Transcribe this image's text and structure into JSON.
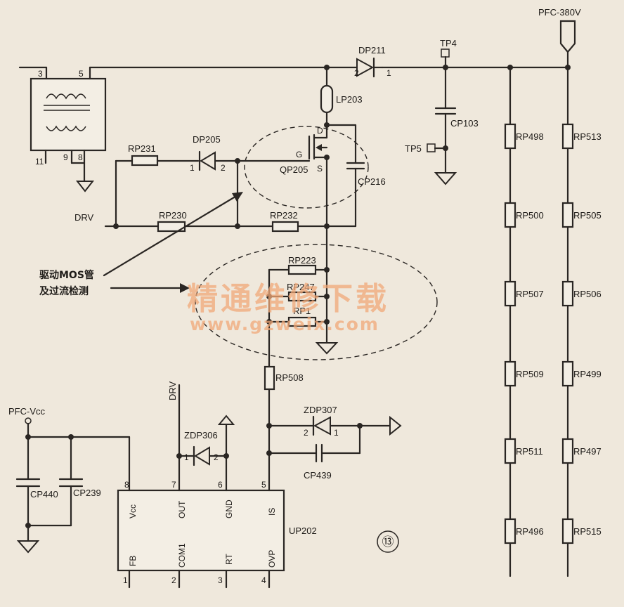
{
  "labels": {
    "pfc_380v": "PFC-380V",
    "tp4": "TP4",
    "tp5": "TP5",
    "dp211": "DP211",
    "lp203": "LP203",
    "cp103": "CP103",
    "rp231": "RP231",
    "dp205": "DP205",
    "qp205": "QP205",
    "cp216": "CP216",
    "drv_left": "DRV",
    "rp230": "RP230",
    "rp232": "RP232",
    "rp223": "RP223",
    "rp247": "RP247",
    "rp1": "RP1",
    "rp508": "RP508",
    "zdp307": "ZDP307",
    "cp439": "CP439",
    "zdp306": "ZDP306",
    "drv_top": "DRV",
    "pfc_vcc": "PFC-Vcc",
    "cp440": "CP440",
    "cp239": "CP239",
    "up202": "UP202",
    "left_chain": [
      "RP498",
      "RP500",
      "RP507",
      "RP509",
      "RP511",
      "RP496"
    ],
    "right_chain": [
      "RP513",
      "RP505",
      "RP506",
      "RP499",
      "RP497",
      "RP515"
    ],
    "figure_number": "⑬"
  },
  "pins": {
    "t3": "3",
    "t5": "5",
    "t11": "11",
    "t9": "9",
    "t8": "8",
    "d2": "2",
    "d1": "1",
    "dp205_1": "1",
    "dp205_2": "2",
    "mos_d": "D",
    "mos_g": "G",
    "mos_s": "S",
    "zdp307_2": "2",
    "zdp307_1": "1",
    "zdp306_1": "1",
    "zdp306_2": "2"
  },
  "ic": {
    "top_pins": [
      "8",
      "7",
      "6",
      "5"
    ],
    "top_names": [
      "Vcc",
      "OUT",
      "GND",
      "IS"
    ],
    "bottom_names": [
      "FB",
      "COM1",
      "RT",
      "OVP"
    ],
    "bottom_pins": [
      "1",
      "2",
      "3",
      "4"
    ]
  },
  "annotation": {
    "line1": "驱动MOS管",
    "line2": "及过流检测"
  },
  "watermark": {
    "title": "精通维修下载",
    "url": "www.gzweix.com"
  }
}
